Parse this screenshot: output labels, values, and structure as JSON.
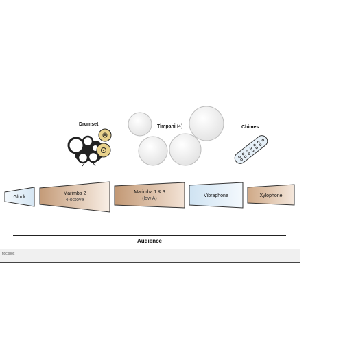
{
  "labels": {
    "drumset": "Drumset",
    "timpani": "Timpani",
    "timpani_count": "(4)",
    "chimes": "Chimes",
    "glock": "Glock",
    "marimba2_line1": "Marimba 2",
    "marimba2_line2": "4-octove",
    "marimba13_line1": "Marimba 1 & 3",
    "marimba13_line2": "(low A)",
    "vibraphone": "Vibraphone",
    "xylophone": "Xylophone",
    "audience": "Audience"
  },
  "footer": {
    "text": "flockbox"
  },
  "colors": {
    "glock": "#dbe9f4",
    "marimba": "#c9a383",
    "marimba_light": "#f7ece2",
    "vibraphone": "#dfeef8",
    "xylophone": "#d8b89c",
    "cymbal": "#e6cf86",
    "drum_dark": "#1e1e1e",
    "timpani": "#eeeeee",
    "chimes": "#e4eef7"
  }
}
